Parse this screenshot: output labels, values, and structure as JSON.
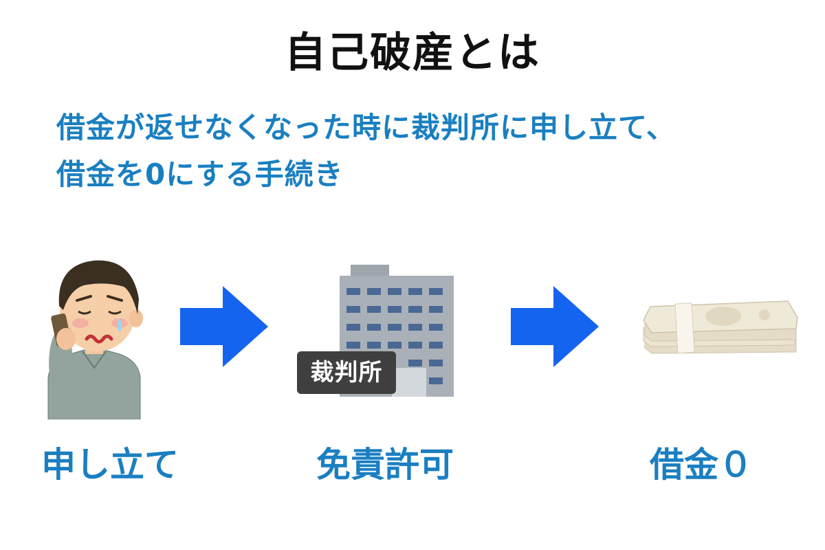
{
  "title": "自己破産とは",
  "description": {
    "line1": "借金が返せなくなった時に裁判所に申し立て、",
    "line2": "借金を0にする手続き"
  },
  "steps": [
    {
      "label": "申し立て",
      "icon": "worried-man-on-phone-icon"
    },
    {
      "label": "免責許可",
      "icon": "court-building-icon",
      "sign": "裁判所"
    },
    {
      "label": "借金０",
      "icon": "money-stack-icon"
    }
  ],
  "colors": {
    "title": "#111111",
    "accent_text": "#1a7fc1",
    "arrow": "#1464f0"
  }
}
